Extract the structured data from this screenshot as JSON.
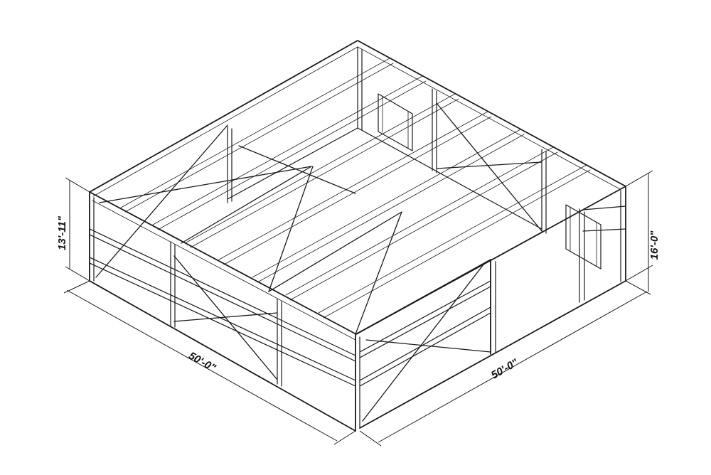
{
  "dimensions": {
    "left_eave_height": "13'-11\"",
    "right_eave_height": "16'-0\"",
    "front_width": "50'-0\"",
    "side_length": "50'-0\""
  },
  "colors": {
    "line": "#1a1a1a",
    "background": "#ffffff"
  }
}
